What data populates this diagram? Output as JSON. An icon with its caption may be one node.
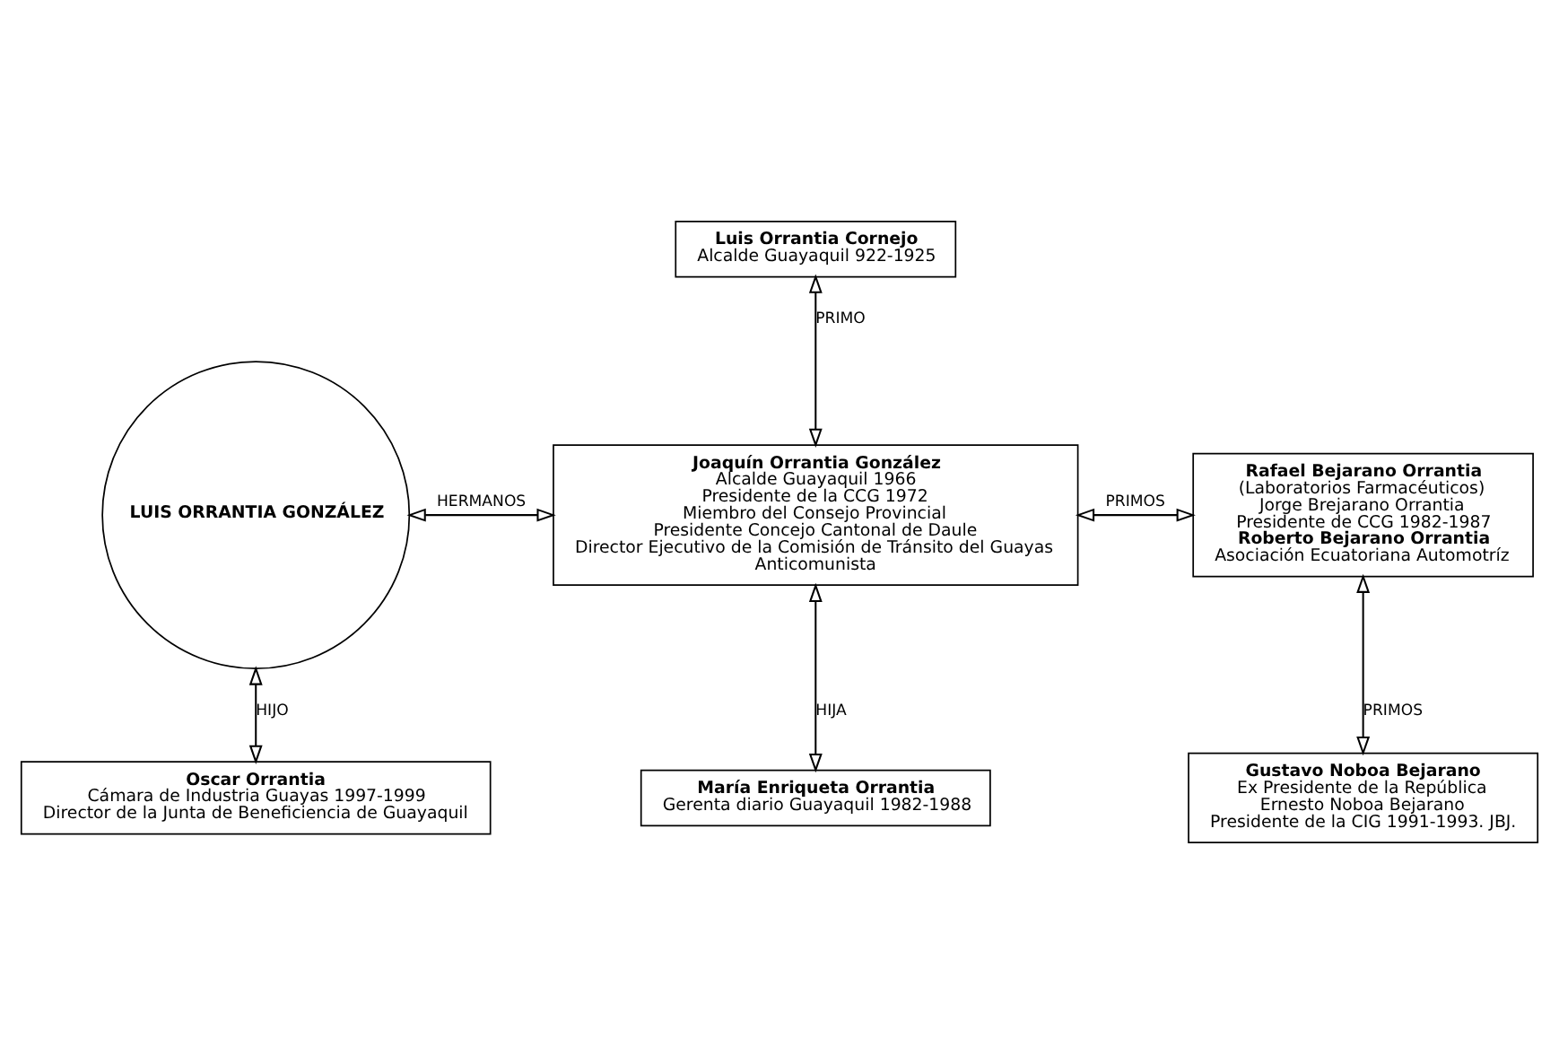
{
  "diagram": {
    "nodes": [
      {
        "text": [
          "Luis Orrantia Cornejo",
          "Alcalde Guayaquil 922-1925"
        ]
      },
      {
        "text": [
          "Rafael Bejarano Orrantia",
          "(Laboratorios Farmacéuticos)",
          "Jorge Brejarano Orrantia",
          "Presidente de CCG 1982-1987",
          "Roberto Bejarano Orrantia",
          "Asociación Ecuatoriana Automotríz"
        ]
      },
      {
        "text": [
          "LUIS ORRANTIA GONZÁLEZ"
        ]
      },
      {
        "text": [
          "Joaquín Orrantia González",
          "Alcalde Guayaquil 1966",
          "Presidente de la CCG 1972",
          "Miembro del Consejo Provincial",
          "Presidente Concejo Cantonal de Daule",
          "Director Ejecutivo de la Comisión de Tránsito del Guayas",
          "Anticomunista"
        ]
      },
      {
        "text": [
          "Oscar Orrantia",
          "Cámara de Industria Guayas 1997-1999",
          "Director de la Junta de Beneficiencia de Guayaquil"
        ]
      },
      {
        "text": [
          "María Enriqueta Orrantia",
          "Gerenta diario Guayaquil 1982-1988"
        ]
      },
      {
        "text": [
          "Gustavo Noboa Bejarano",
          "Ex Presidente de la República",
          "Ernesto Noboa Bejarano",
          "Presidente de la CIG 1991-1993. JBJ."
        ]
      }
    ],
    "edges": [
      {
        "from": 3,
        "to": 0,
        "label": "PRIMO",
        "arrow": "both"
      },
      {
        "from": 3,
        "to": 1,
        "label": "PRIMOS",
        "arrow": "both"
      },
      {
        "from": 2,
        "to": 3,
        "label": "HERMANOS",
        "arrow": "both"
      },
      {
        "from": 2,
        "to": 4,
        "label": "HIJO",
        "arrow": "both"
      },
      {
        "from": 3,
        "to": 5,
        "label": "HIJA",
        "arrow": "both"
      },
      {
        "from": 1,
        "to": 6,
        "label": "PRIMOS",
        "arrow": "both"
      }
    ]
  }
}
